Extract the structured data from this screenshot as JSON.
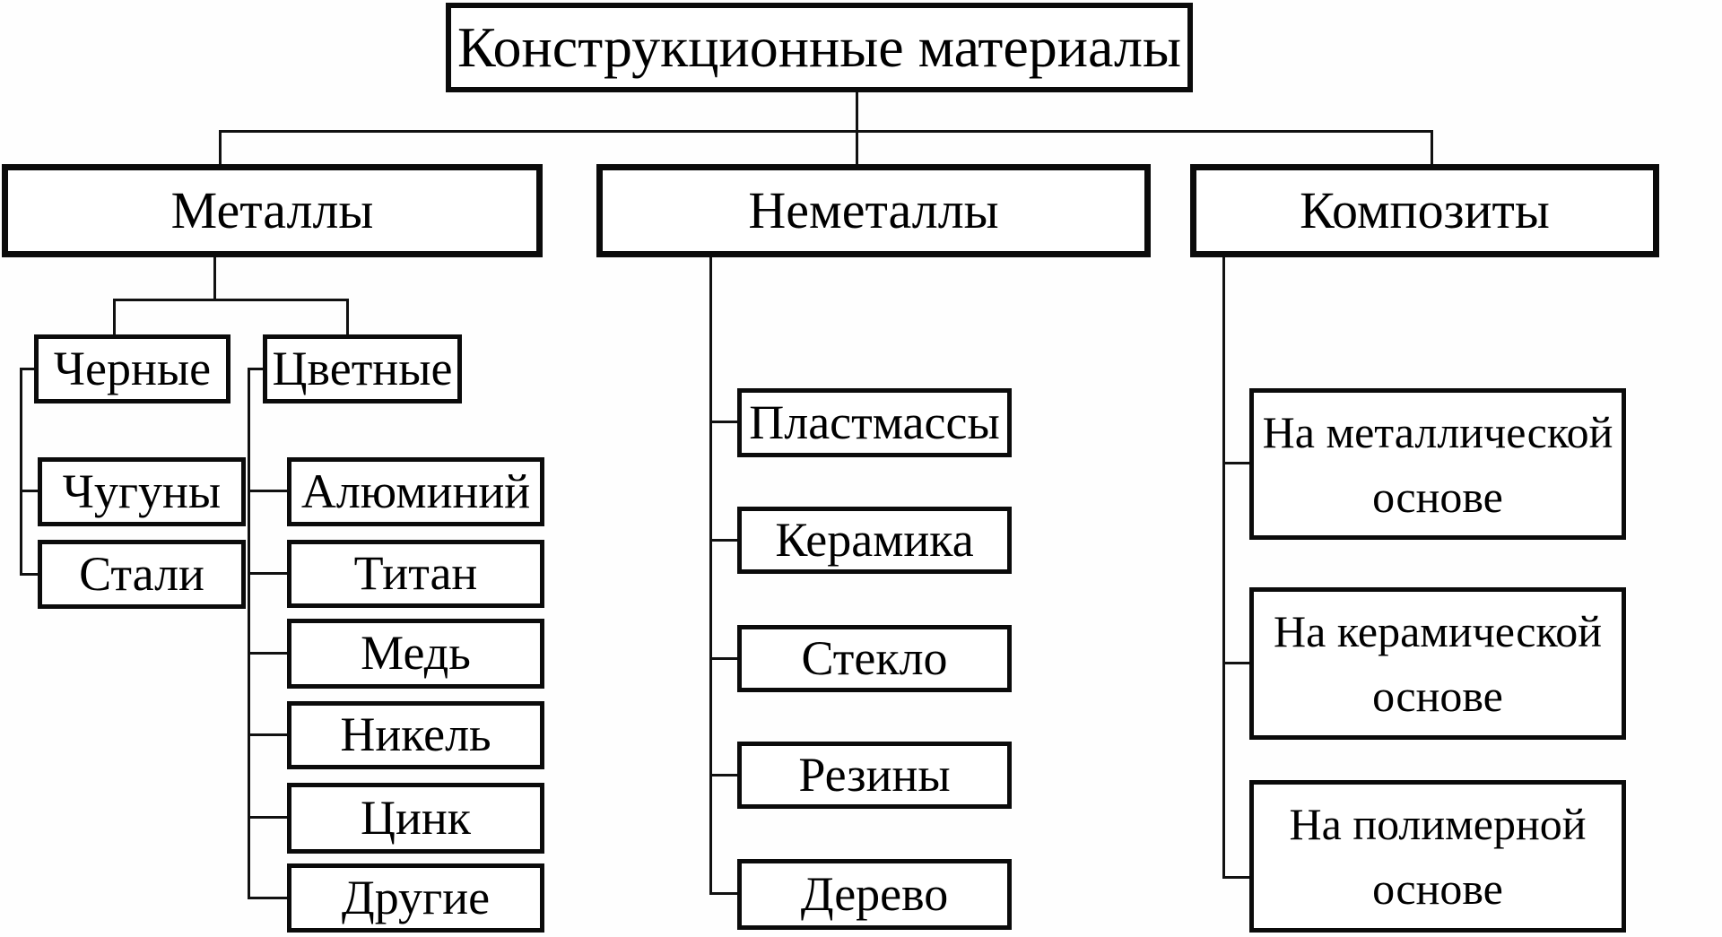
{
  "colors": {
    "ink": "#000000",
    "paper": "#ffffff"
  },
  "diagram": {
    "root": "Конструкционные материалы",
    "branches": [
      {
        "label": "Металлы",
        "groups": [
          {
            "label": "Черные",
            "children": [
              "Чугуны",
              "Стали"
            ]
          },
          {
            "label": "Цветные",
            "children": [
              "Алюминий",
              "Титан",
              "Медь",
              "Никель",
              "Цинк",
              "Другие"
            ]
          }
        ]
      },
      {
        "label": "Неметаллы",
        "children": [
          "Пластмассы",
          "Керамика",
          "Стекло",
          "Резины",
          "Дерево"
        ]
      },
      {
        "label": "Композиты",
        "children": [
          "На металлической\nоснове",
          "На керамической\nоснове",
          "На полимерной\nоснове"
        ]
      }
    ]
  }
}
